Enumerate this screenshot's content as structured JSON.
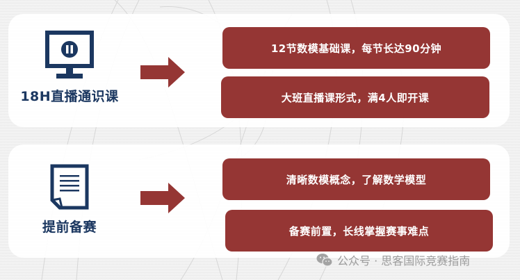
{
  "colors": {
    "navy": "#1b3760",
    "accent_red": "#953634",
    "panel_bg": "#ffffff",
    "page_bg": "#efefef",
    "watermark_gray": "#9b9b9b"
  },
  "sections": [
    {
      "icon": "monitor-pause-icon",
      "label": "18H直播通识课",
      "connector": "right-arrow-icon",
      "items": [
        "12节数模基础课，每节长达90分钟",
        "大班直播课形式，满4人即开课"
      ]
    },
    {
      "icon": "document-icon",
      "label": "提前备赛",
      "connector": "right-arrow-icon",
      "items": [
        "清晰数模概念，了解数学模型",
        "备赛前置，长线掌握赛事难点"
      ]
    }
  ],
  "watermark": {
    "icon": "wechat-icon",
    "text": "公众号 · 思客国际竞赛指南"
  }
}
